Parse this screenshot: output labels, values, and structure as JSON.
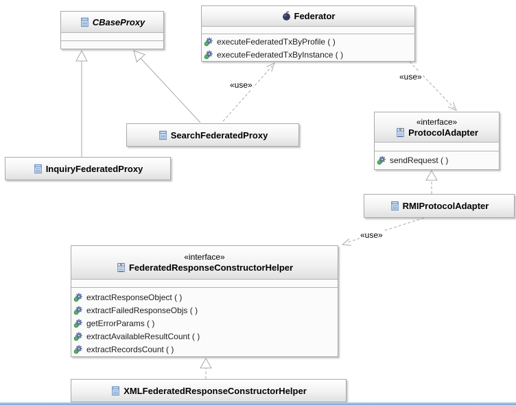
{
  "classes": {
    "cbaseproxy": {
      "name": "CBaseProxy"
    },
    "federator": {
      "name": "Federator",
      "methods": [
        "executeFederatedTxByProfile ( )",
        "executeFederatedTxByInstance ( )"
      ]
    },
    "searchfederatedproxy": {
      "name": "SearchFederatedProxy"
    },
    "inquiryfederatedproxy": {
      "name": "InquiryFederatedProxy"
    },
    "protocoladapter": {
      "stereotype": "«interface»",
      "name": "ProtocolAdapter",
      "methods": [
        "sendRequest ( )"
      ]
    },
    "rmiprotocoladapter": {
      "name": "RMIProtocolAdapter"
    },
    "federatedresponseconstructorhelper": {
      "stereotype": "«interface»",
      "name": "FederatedResponseConstructorHelper",
      "methods": [
        "extractResponseObject ( )",
        "extractFailedResponseObjs ( )",
        "getErrorParams ( )",
        "extractAvailableResultCount ( )",
        "extractRecordsCount ( )"
      ]
    },
    "xmlfederatedresponseconstructorhelper": {
      "name": "XMLFederatedResponseConstructorHelper"
    }
  },
  "edges": {
    "use_search_federator": {
      "label": "«use»"
    },
    "use_federator_protocoladapter": {
      "label": "«use»"
    },
    "use_rmi_helper": {
      "label": "«use»"
    }
  },
  "colors": {
    "box_border": "#a9a9a9",
    "edge_line": "#a8a8a8",
    "icon_blue": "#4a7ab5",
    "federator_icon": "#343a67",
    "method_gear": "#5d6f9e",
    "method_green": "#52b55e",
    "bottom_bar_blue": "#76a3d2"
  }
}
